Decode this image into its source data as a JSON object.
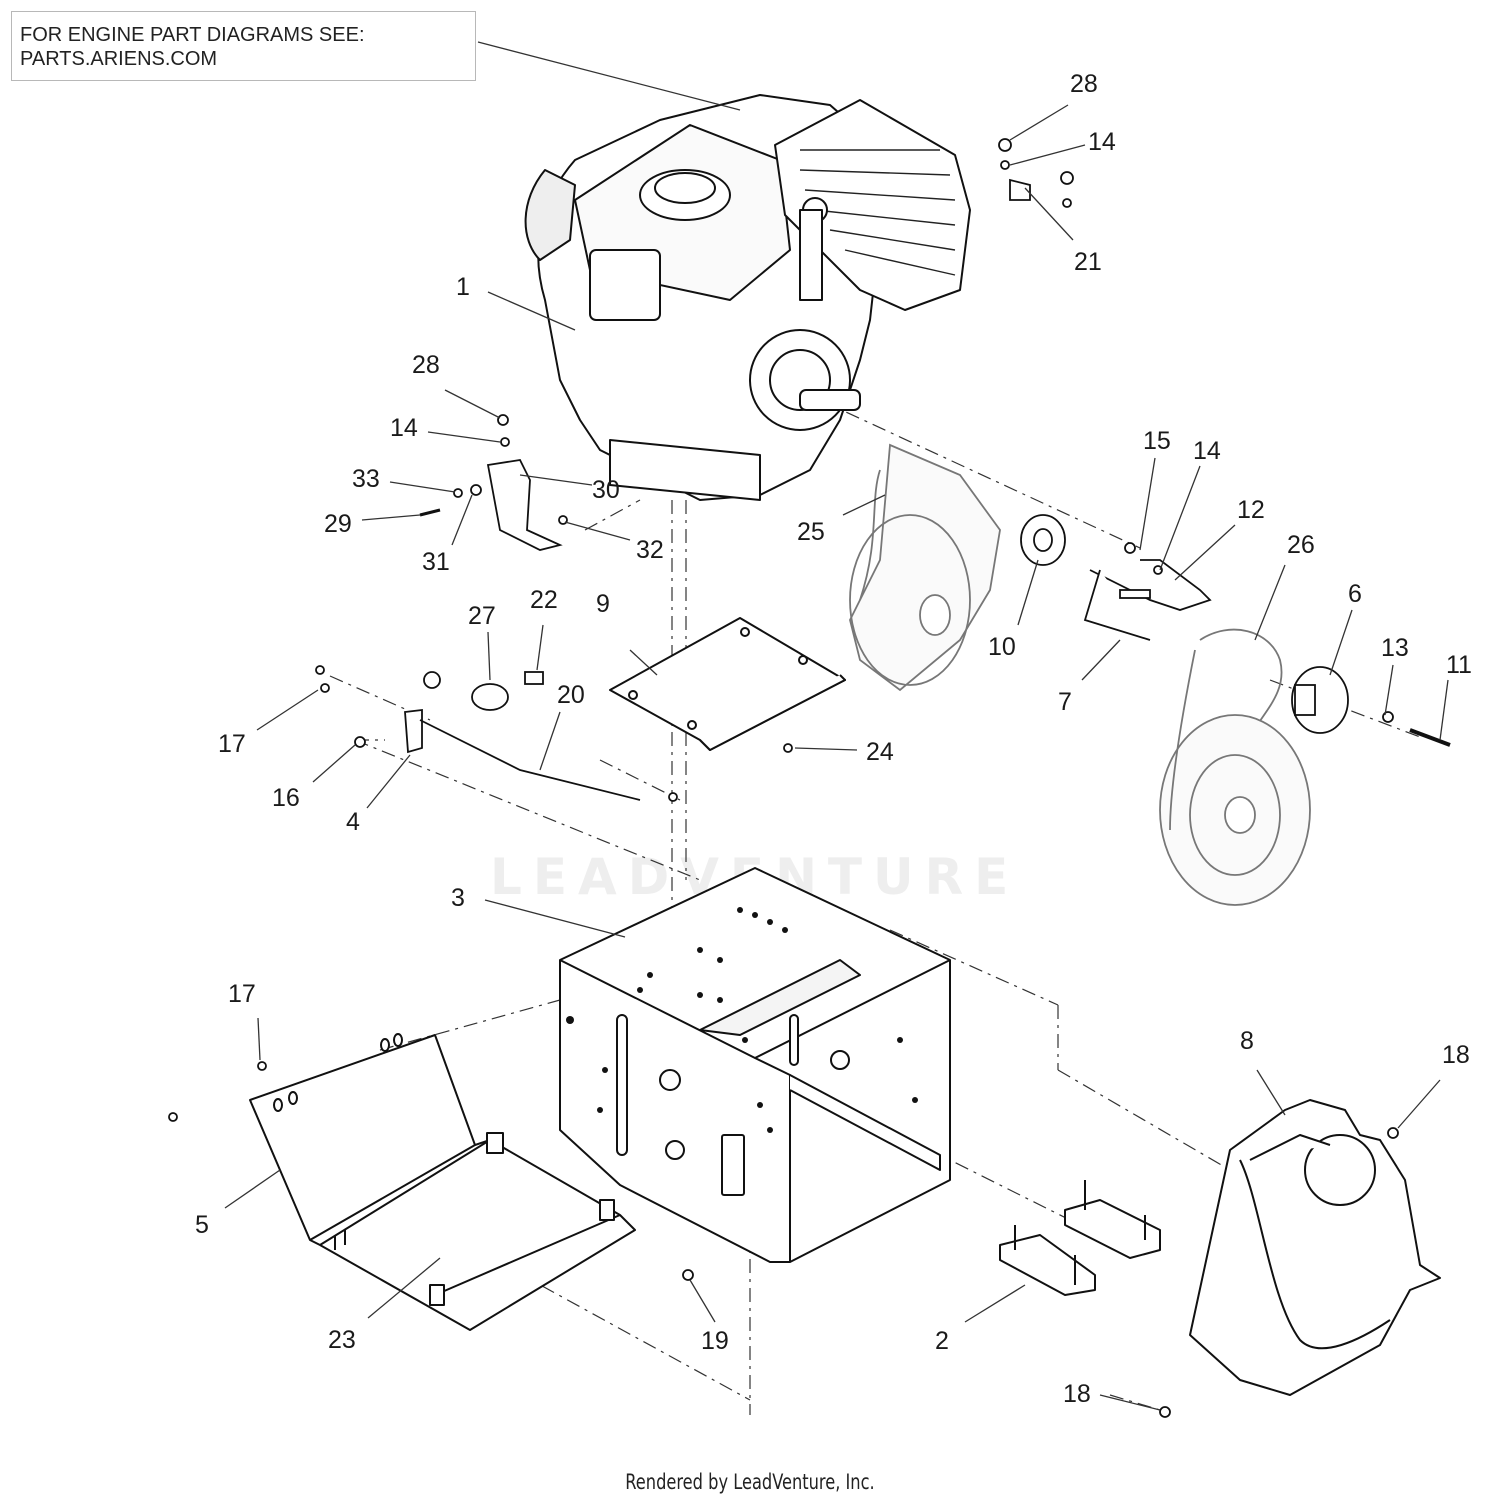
{
  "note": {
    "line1": "FOR ENGINE PART DIAGRAMS SEE:",
    "line2": "PARTS.ARIENS.COM"
  },
  "watermark": "LEADVENTURE",
  "footer": "Rendered by LeadVenture, Inc.",
  "callouts": [
    {
      "id": "c28a",
      "label": "28"
    },
    {
      "id": "c14a",
      "label": "14"
    },
    {
      "id": "c21",
      "label": "21"
    },
    {
      "id": "c1",
      "label": "1"
    },
    {
      "id": "c28b",
      "label": "28"
    },
    {
      "id": "c14b",
      "label": "14"
    },
    {
      "id": "c33",
      "label": "33"
    },
    {
      "id": "c30",
      "label": "30"
    },
    {
      "id": "c29",
      "label": "29"
    },
    {
      "id": "c31",
      "label": "31"
    },
    {
      "id": "c32",
      "label": "32"
    },
    {
      "id": "c25",
      "label": "25"
    },
    {
      "id": "c15",
      "label": "15"
    },
    {
      "id": "c14c",
      "label": "14"
    },
    {
      "id": "c12",
      "label": "12"
    },
    {
      "id": "c26",
      "label": "26"
    },
    {
      "id": "c10",
      "label": "10"
    },
    {
      "id": "c6",
      "label": "6"
    },
    {
      "id": "c13",
      "label": "13"
    },
    {
      "id": "c11",
      "label": "11"
    },
    {
      "id": "c7",
      "label": "7"
    },
    {
      "id": "c27",
      "label": "27"
    },
    {
      "id": "c22",
      "label": "22"
    },
    {
      "id": "c9",
      "label": "9"
    },
    {
      "id": "c20",
      "label": "20"
    },
    {
      "id": "c24",
      "label": "24"
    },
    {
      "id": "c17a",
      "label": "17"
    },
    {
      "id": "c16",
      "label": "16"
    },
    {
      "id": "c4",
      "label": "4"
    },
    {
      "id": "c3",
      "label": "3"
    },
    {
      "id": "c17b",
      "label": "17"
    },
    {
      "id": "c8",
      "label": "8"
    },
    {
      "id": "c18a",
      "label": "18"
    },
    {
      "id": "c5",
      "label": "5"
    },
    {
      "id": "c23",
      "label": "23"
    },
    {
      "id": "c19",
      "label": "19"
    },
    {
      "id": "c2",
      "label": "2"
    },
    {
      "id": "c18b",
      "label": "18"
    }
  ]
}
